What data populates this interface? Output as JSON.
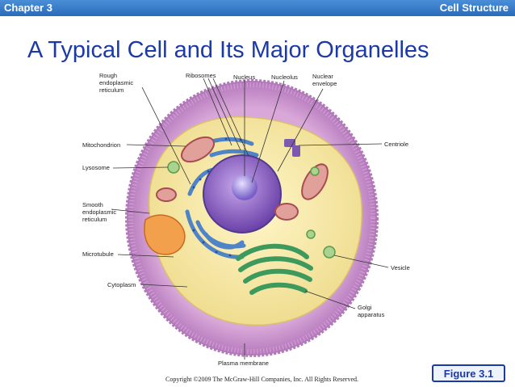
{
  "header": {
    "chapter": "Chapter 3",
    "section": "Cell Structure"
  },
  "title": "A Typical Cell and Its Major Organelles",
  "labels": {
    "rough_er": [
      "Rough",
      "endoplasmic",
      "reticulum"
    ],
    "ribosomes": "Ribosomes",
    "nucleus": "Nucleus",
    "nucleolus": "Nucleolus",
    "nuclear_envelope": [
      "Nuclear",
      "envelope"
    ],
    "mitochondrion": "Mitochondrion",
    "centriole": "Centriole",
    "lysosome": "Lysosome",
    "smooth_er": [
      "Smooth",
      "endoplasmic",
      "reticulum"
    ],
    "microtubule": "Microtubule",
    "vesicle": "Vesicle",
    "cytoplasm": "Cytoplasm",
    "golgi": [
      "Golgi",
      "apparatus"
    ],
    "plasma_membrane": "Plasma membrane"
  },
  "figure_label": "Figure 3.1",
  "copyright": "Copyright ©2009 The McGraw-Hill Companies, Inc. All Rights Reserved.",
  "colors": {
    "header_bar": "#3a7cc8",
    "title": "#1b3aa8",
    "membrane": "#c48ac8",
    "cytoplasm": "#f7eda8",
    "nucleus": "#8c62c4",
    "rough_er": "#4f84c8",
    "golgi": "#4fa86a",
    "mitochondria": "#c86a70",
    "smooth_er": "#e88a3c"
  }
}
